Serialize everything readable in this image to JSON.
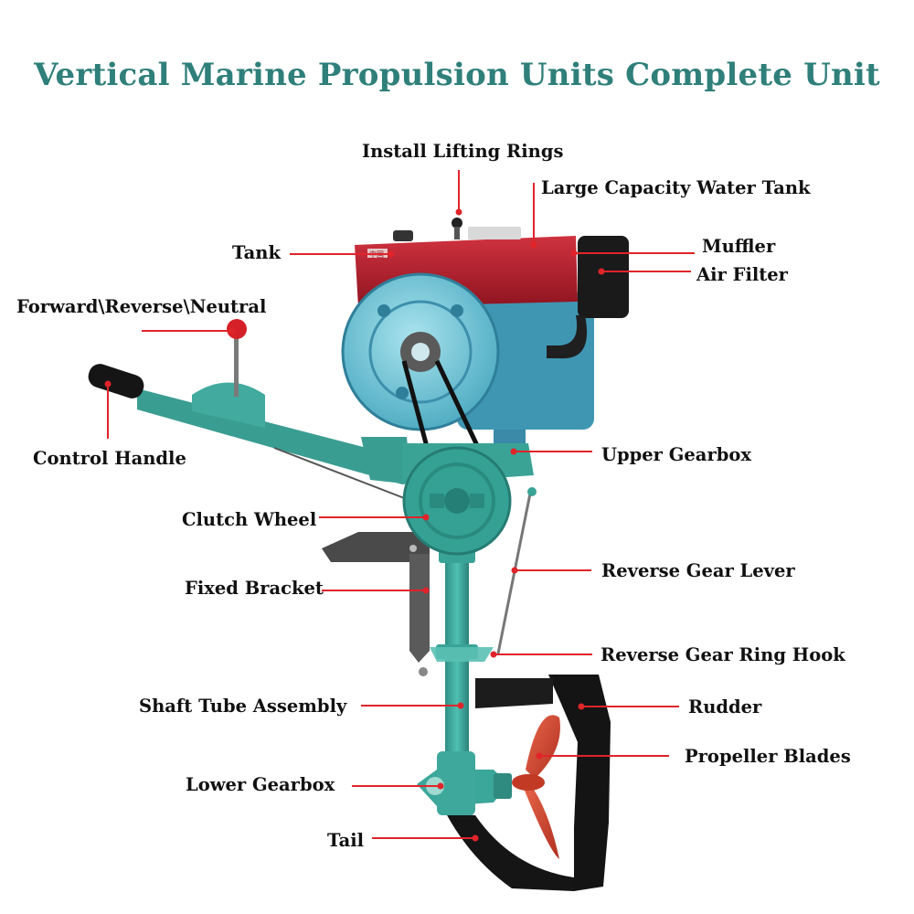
{
  "title": "Vertical Marine Propulsion Units Complete Unit",
  "colors": {
    "title": "#2f7f7a",
    "leader": "#e0242a",
    "engine_red": "#b71c2a",
    "engine_blue": "#6fc3d6",
    "frame_teal": "#3fa79d",
    "rubber_black": "#151515",
    "propeller": "#d2452c"
  },
  "labels": {
    "install_lifting_rings": "Install Lifting Rings",
    "large_capacity_water_tank": "Large Capacity Water Tank",
    "tank": "Tank",
    "muffler": "Muffler",
    "air_filter": "Air Filter",
    "forward_reverse_neutral": "Forward\\Reverse\\Neutral",
    "control_handle": "Control Handle",
    "upper_gearbox": "Upper Gearbox",
    "clutch_wheel": "Clutch Wheel",
    "reverse_gear_lever": "Reverse Gear Lever",
    "fixed_bracket": "Fixed Bracket",
    "reverse_gear_ring_hook": "Reverse Gear Ring Hook",
    "shaft_tube_assembly": "Shaft Tube Assembly",
    "rudder": "Rudder",
    "propeller_blades": "Propeller Blades",
    "lower_gearbox": "Lower Gearbox",
    "tail": "Tail"
  },
  "engine_badge": "中国"
}
